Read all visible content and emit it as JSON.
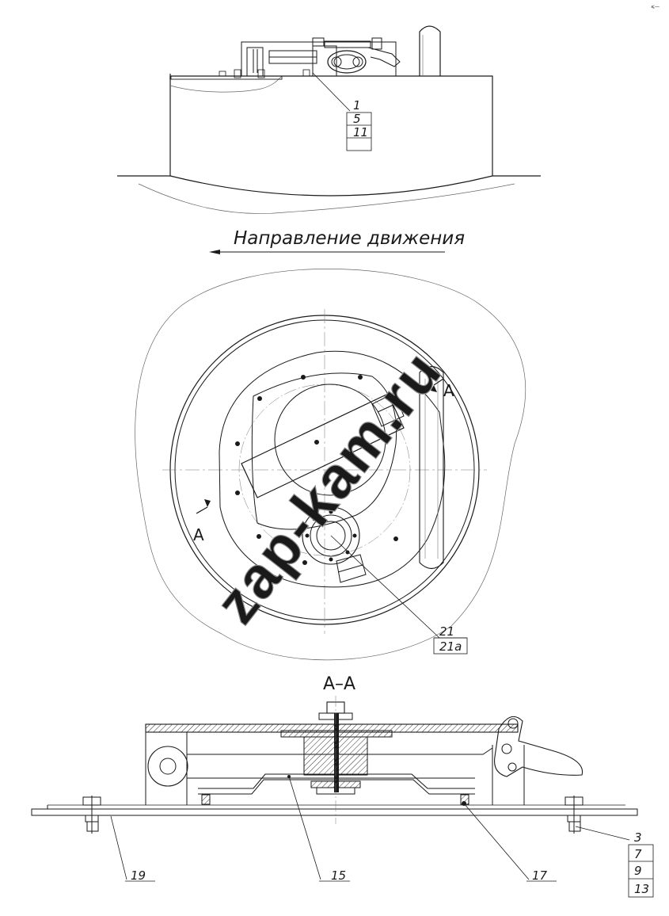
{
  "corner_mark": "⩽—",
  "side_view": {
    "callouts": [
      "1",
      "5",
      "11"
    ]
  },
  "direction_label": "Направление движения",
  "top_view": {
    "section_mark_left": "A",
    "section_mark_right": "A",
    "callouts": [
      "21",
      "21a"
    ]
  },
  "section_view": {
    "title": "A–A",
    "callouts_bottom": [
      "19",
      "15",
      "17"
    ],
    "callouts_right": [
      "3",
      "7",
      "9",
      "13"
    ]
  },
  "watermark": "zap-kam.ru",
  "colors": {
    "line": "#1a1a1a",
    "thin": "#555555",
    "hatch": "#333333",
    "watermark_stroke": "#8a8a8a"
  }
}
